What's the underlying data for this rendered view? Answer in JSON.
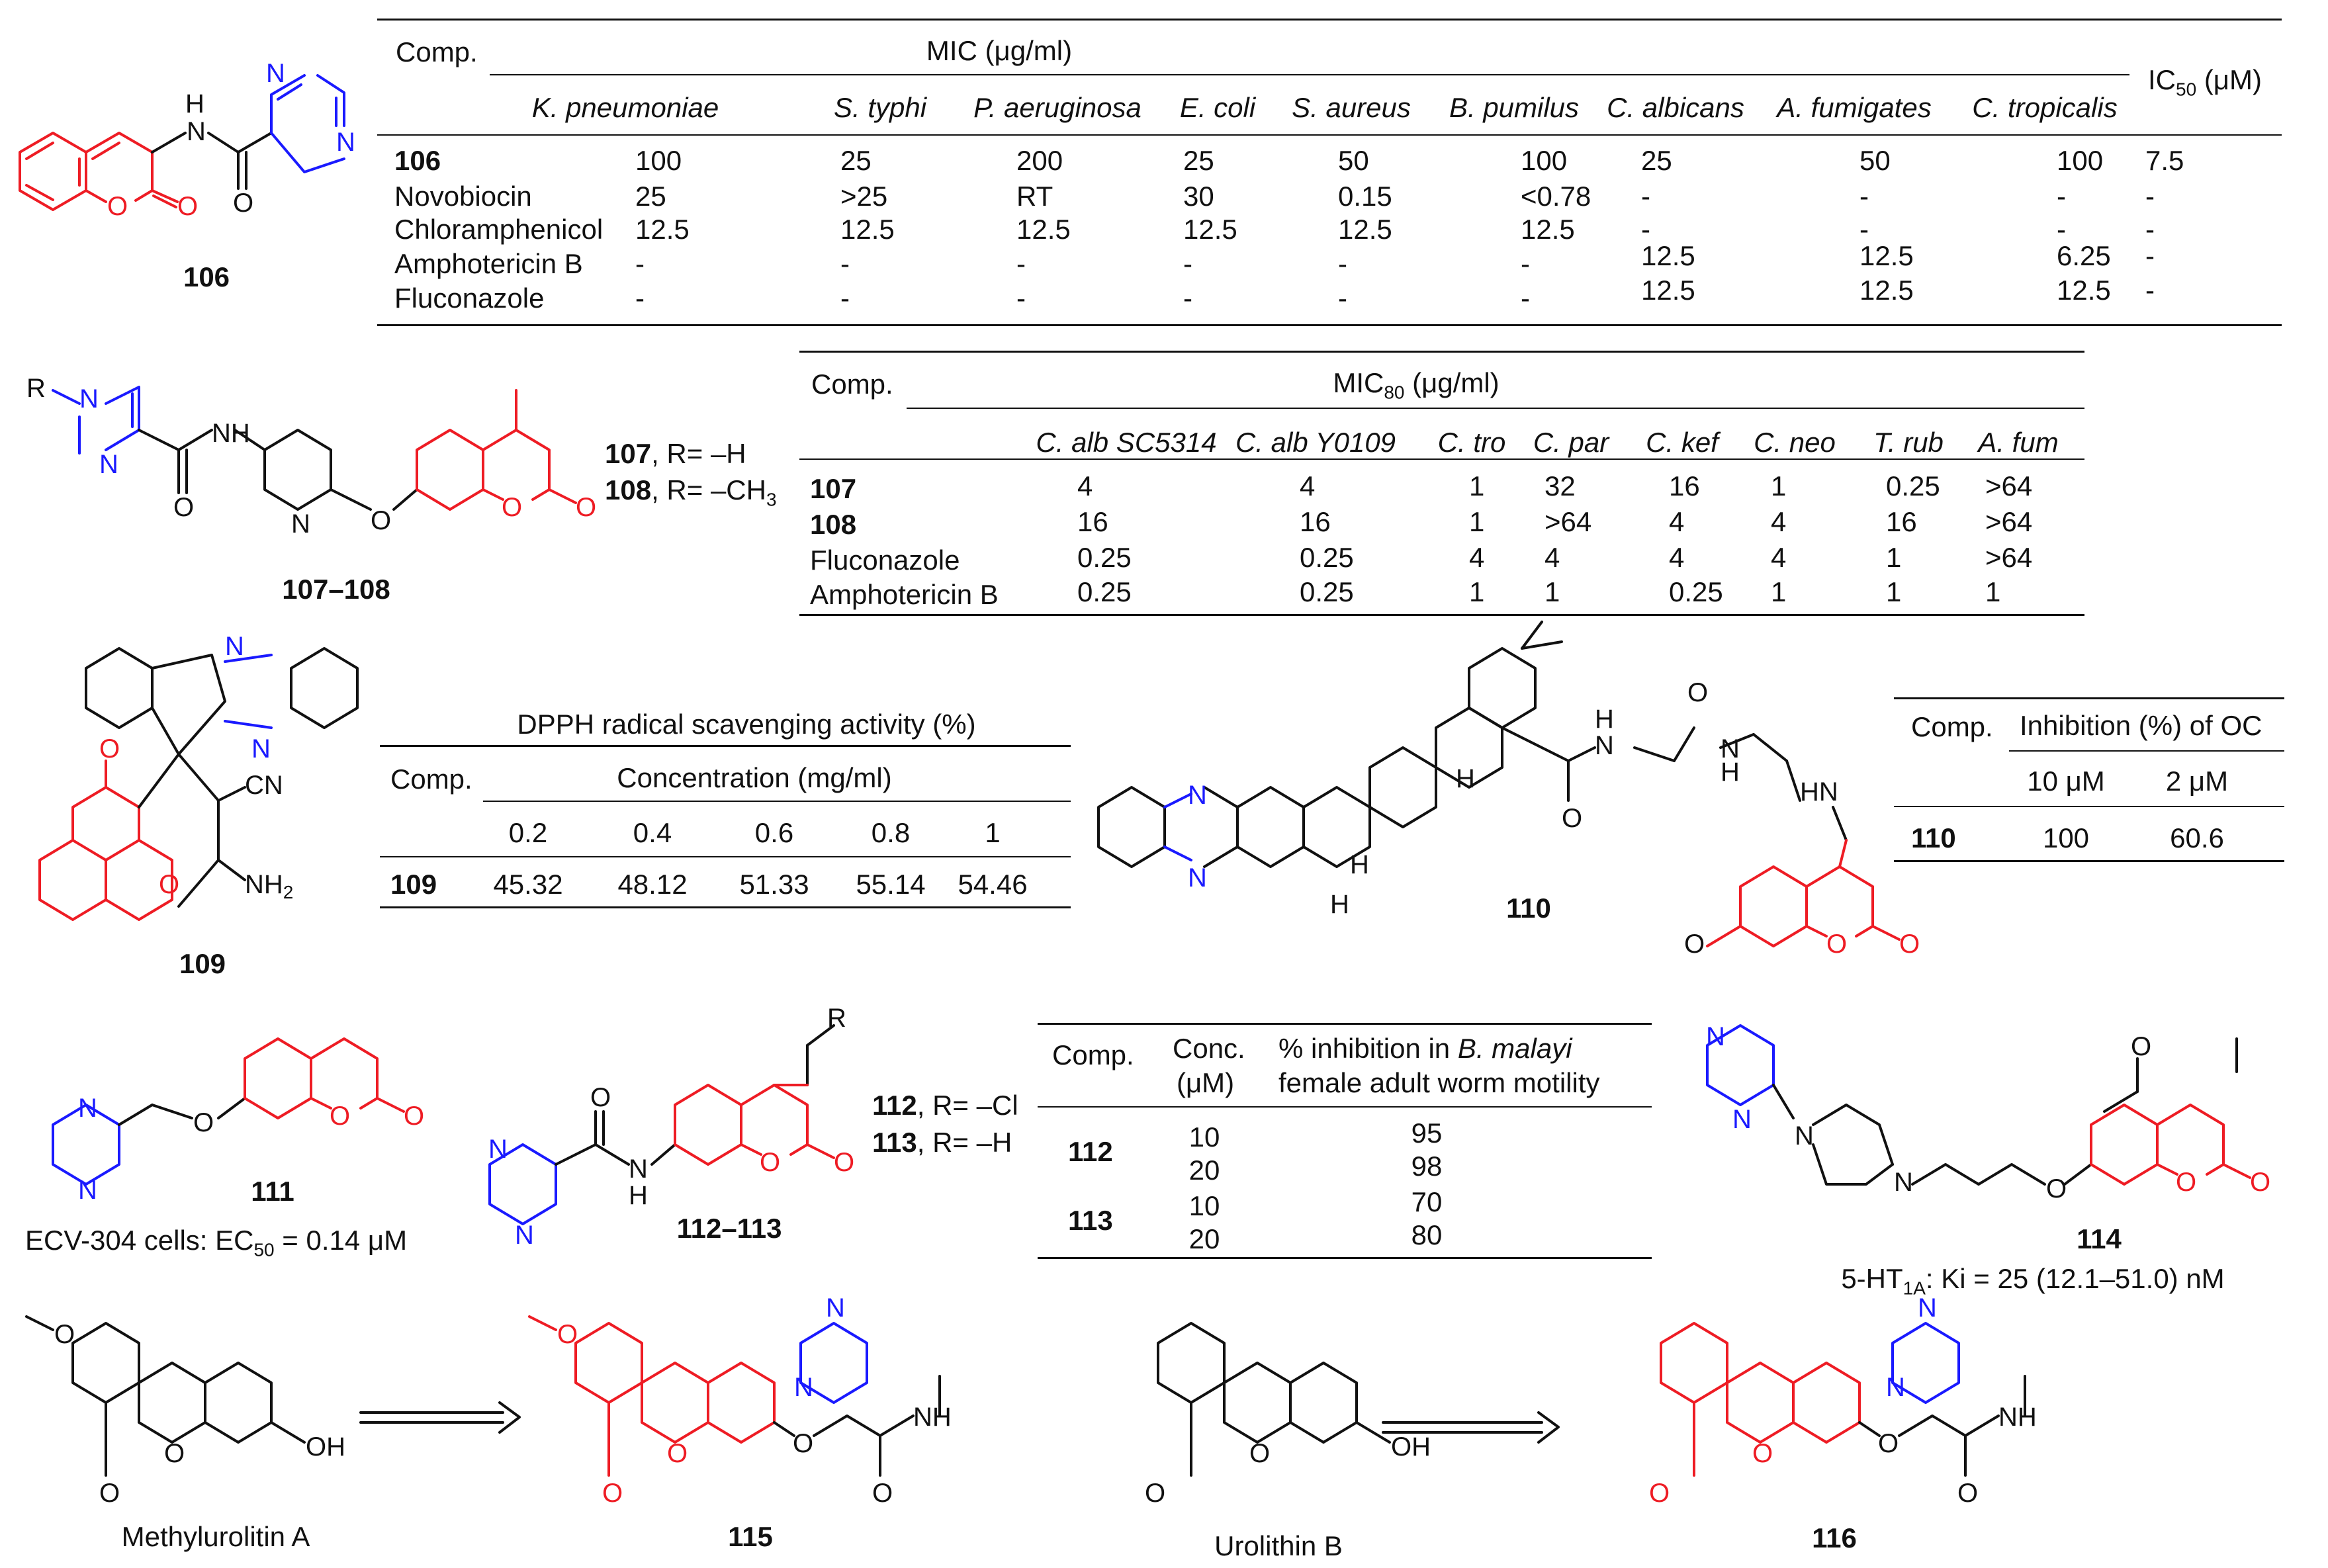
{
  "colors": {
    "coumarin": "#ee1c24",
    "pyrazine": "#1a1aff",
    "ink": "#111111"
  },
  "table1": {
    "comp_header": "Comp.",
    "mic_header": "MIC (μg/ml)",
    "ic50_header": "IC",
    "ic50_sub": "50",
    "ic50_unit": " (μM)",
    "organisms": [
      "K. pneumoniae",
      "S. typhi",
      "P. aeruginosa",
      "E. coli",
      "S. aureus",
      "B. pumilus",
      "C. albicans",
      "A. fumigates",
      "C. tropicalis"
    ],
    "rows": [
      {
        "name": "106",
        "bold": true,
        "values": [
          "100",
          "25",
          "200",
          "25",
          "50",
          "100",
          "25",
          "50",
          "100",
          "7.5"
        ]
      },
      {
        "name": "Novobiocin",
        "bold": false,
        "values": [
          "25",
          ">25",
          "RT",
          "30",
          "0.15",
          "<0.78",
          "-",
          "-",
          "-",
          "-"
        ]
      },
      {
        "name": "Chloramphenicol",
        "bold": false,
        "values": [
          "12.5",
          "12.5",
          "12.5",
          "12.5",
          "12.5",
          "12.5",
          "-",
          "-",
          "-",
          "-"
        ]
      },
      {
        "name": "Amphotericin B",
        "bold": false,
        "values": [
          "-",
          "-",
          "-",
          "-",
          "-",
          "-",
          "12.5",
          "12.5",
          "6.25",
          "-"
        ]
      },
      {
        "name": "Fluconazole",
        "bold": false,
        "values": [
          "-",
          "-",
          "-",
          "-",
          "-",
          "-",
          "12.5",
          "12.5",
          "12.5",
          "-"
        ]
      }
    ]
  },
  "table2": {
    "comp_header": "Comp.",
    "mic_header": "MIC",
    "mic_sub": "80",
    "mic_unit": " (μg/ml)",
    "organisms": [
      "C. alb SC5314",
      "C. alb Y0109",
      "C. tro",
      "C. par",
      "C. kef",
      "C. neo",
      "T. rub",
      "A. fum"
    ],
    "rows": [
      {
        "name": "107",
        "bold": true,
        "values": [
          "4",
          "4",
          "1",
          "32",
          "16",
          "1",
          "0.25",
          ">64"
        ]
      },
      {
        "name": "108",
        "bold": true,
        "values": [
          "16",
          "16",
          "1",
          ">64",
          "4",
          "4",
          "16",
          ">64"
        ]
      },
      {
        "name": "Fluconazole",
        "bold": false,
        "values": [
          "0.25",
          "0.25",
          "4",
          "4",
          "4",
          "4",
          "1",
          ">64"
        ]
      },
      {
        "name": "Amphotericin B",
        "bold": false,
        "values": [
          "0.25",
          "0.25",
          "1",
          "1",
          "0.25",
          "1",
          "1",
          "1"
        ]
      }
    ]
  },
  "table3": {
    "title": "DPPH radical scavenging activity (%)",
    "comp_header": "Comp.",
    "conc_header": "Concentration (mg/ml)",
    "concentrations": [
      "0.2",
      "0.4",
      "0.6",
      "0.8",
      "1"
    ],
    "row": {
      "name": "109",
      "values": [
        "45.32",
        "48.12",
        "51.33",
        "55.14",
        "54.46"
      ]
    }
  },
  "table4": {
    "comp_header": "Comp.",
    "inhib_header": "Inhibition (%) of OC",
    "cols": [
      "10 μM",
      "2 μM"
    ],
    "row": {
      "name": "110",
      "values": [
        "100",
        "60.6"
      ]
    }
  },
  "table5": {
    "comp_header": "Comp.",
    "conc_header_1": "Conc.",
    "conc_header_2": "(μM)",
    "inhib_header_1a": "% inhibition in ",
    "inhib_header_1b": "B. malayi",
    "inhib_header_2": "female adult worm motility",
    "groups": [
      {
        "name": "112",
        "rows": [
          {
            "conc": "10",
            "value": "95"
          },
          {
            "conc": "20",
            "value": "98"
          }
        ]
      },
      {
        "name": "113",
        "rows": [
          {
            "conc": "10",
            "value": "70"
          },
          {
            "conc": "20",
            "value": "80"
          }
        ]
      }
    ]
  },
  "labels": {
    "c106": "106",
    "c107_108": "107–108",
    "c107_r": "107",
    "c107_r_text": ", R= –H",
    "c108_r": "108",
    "c108_r_text": ", R= –CH",
    "c108_r_sub": "3",
    "c109": "109",
    "c110": "110",
    "c111": "111",
    "c111_note_a": "ECV-304 cells: EC",
    "c111_note_sub": "50",
    "c111_note_b": " = 0.14 μM",
    "c112_r": "112",
    "c112_r_text": ", R= –Cl",
    "c113_r": "113",
    "c113_r_text": ", R= –H",
    "c112_113": "112–113",
    "c114": "114",
    "c114_note_a": "5-HT",
    "c114_note_sub": "1A",
    "c114_note_b": ": Ki = 25 (12.1–51.0) nM",
    "methylurolitin": "Methylurolitin A",
    "c115": "115",
    "urolithin": "Urolithin B",
    "c116": "116"
  },
  "atoms": {
    "N": "N",
    "H": "H",
    "O": "O",
    "R": "R",
    "CN": "CN",
    "NH": "NH",
    "HN": "HN",
    "NH2": "NH",
    "NH2_sub": "2",
    "OH": "OH"
  }
}
